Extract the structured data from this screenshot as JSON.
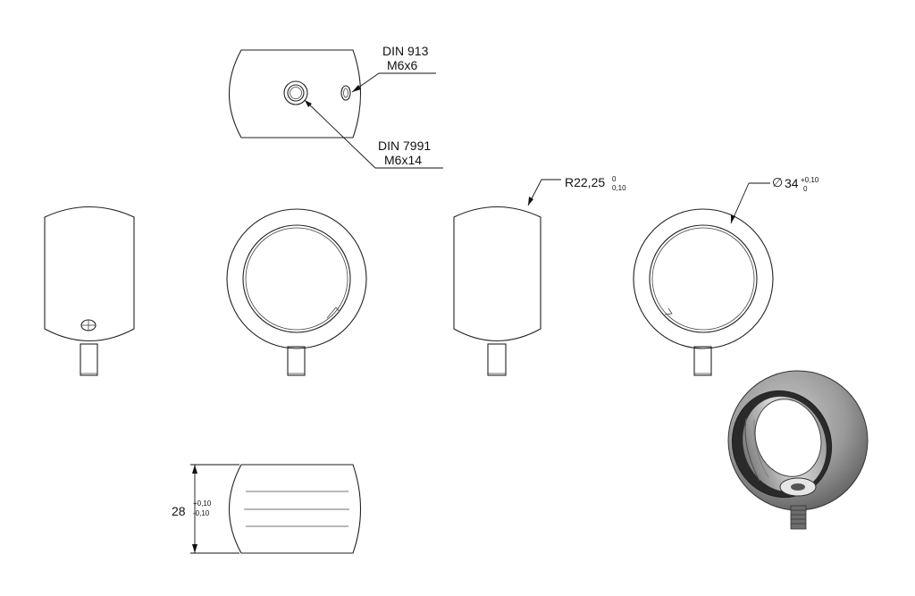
{
  "annotations": {
    "din913_title": "DIN 913",
    "din913_size": "M6x6",
    "din7991_title": "DIN 7991",
    "din7991_size": "M6x14",
    "radius_main": "R22,25",
    "radius_tol_upper": "0",
    "radius_tol_lower": "0,10",
    "diameter_symbol": "∅",
    "diameter_main": "34",
    "diameter_tol_upper": "+0,10",
    "diameter_tol_lower": "0",
    "width_main": "28",
    "width_tol_upper": "+0,10",
    "width_tol_lower": "-0,10"
  },
  "colors": {
    "line": "#222222",
    "shade_light": "#bdbdbd",
    "shade_dark": "#6f6f6f"
  }
}
